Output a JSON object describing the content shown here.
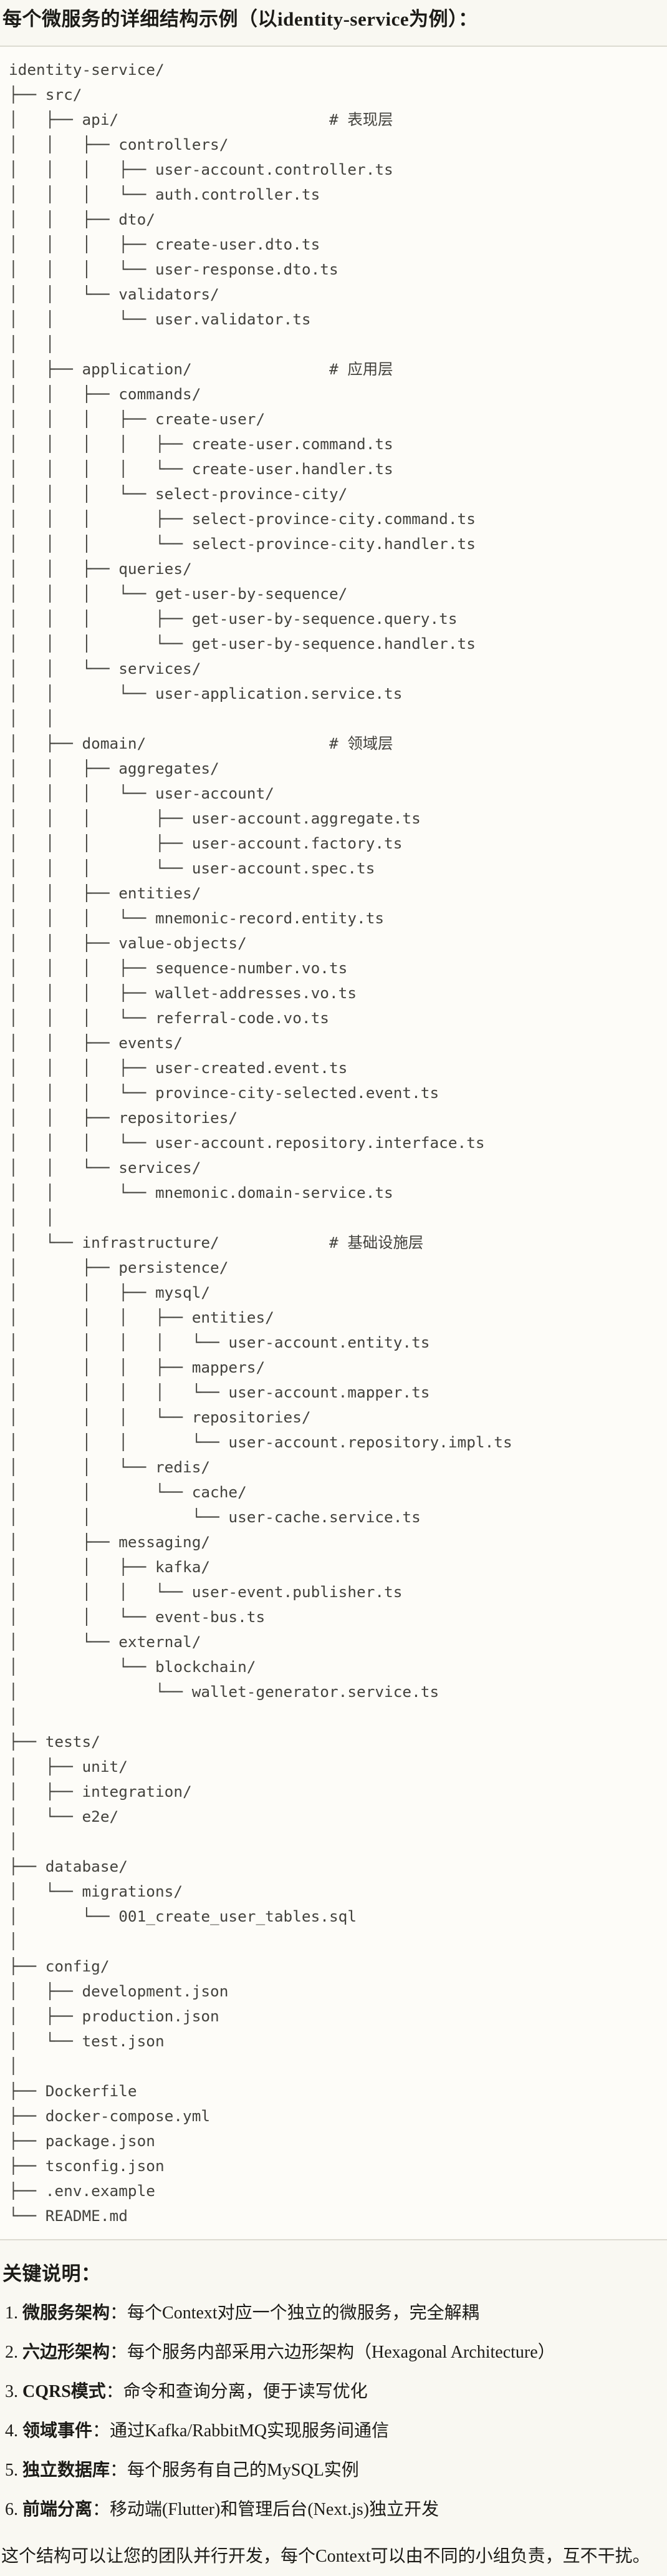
{
  "page": {
    "title": "每个微服务的详细结构示例（以identity-service为例）："
  },
  "colors": {
    "page_background": "#F9F8F2",
    "code_background": "#FDFCF8",
    "code_border": "#DDDBD2",
    "body_text": "#1C1B17",
    "code_text": "#43423D"
  },
  "code_block": {
    "tree_lines": [
      "identity-service/",
      "├── src/",
      "│   ├── api/                       # 表现层",
      "│   │   ├── controllers/",
      "│   │   │   ├── user-account.controller.ts",
      "│   │   │   └── auth.controller.ts",
      "│   │   ├── dto/",
      "│   │   │   ├── create-user.dto.ts",
      "│   │   │   └── user-response.dto.ts",
      "│   │   └── validators/",
      "│   │       └── user.validator.ts",
      "│   │",
      "│   ├── application/               # 应用层",
      "│   │   ├── commands/",
      "│   │   │   ├── create-user/",
      "│   │   │   │   ├── create-user.command.ts",
      "│   │   │   │   └── create-user.handler.ts",
      "│   │   │   └── select-province-city/",
      "│   │   │       ├── select-province-city.command.ts",
      "│   │   │       └── select-province-city.handler.ts",
      "│   │   ├── queries/",
      "│   │   │   └── get-user-by-sequence/",
      "│   │   │       ├── get-user-by-sequence.query.ts",
      "│   │   │       └── get-user-by-sequence.handler.ts",
      "│   │   └── services/",
      "│   │       └── user-application.service.ts",
      "│   │",
      "│   ├── domain/                    # 领域层",
      "│   │   ├── aggregates/",
      "│   │   │   └── user-account/",
      "│   │   │       ├── user-account.aggregate.ts",
      "│   │   │       ├── user-account.factory.ts",
      "│   │   │       └── user-account.spec.ts",
      "│   │   ├── entities/",
      "│   │   │   └── mnemonic-record.entity.ts",
      "│   │   ├── value-objects/",
      "│   │   │   ├── sequence-number.vo.ts",
      "│   │   │   ├── wallet-addresses.vo.ts",
      "│   │   │   └── referral-code.vo.ts",
      "│   │   ├── events/",
      "│   │   │   ├── user-created.event.ts",
      "│   │   │   └── province-city-selected.event.ts",
      "│   │   ├── repositories/",
      "│   │   │   └── user-account.repository.interface.ts",
      "│   │   └── services/",
      "│   │       └── mnemonic.domain-service.ts",
      "│   │",
      "│   └── infrastructure/            # 基础设施层",
      "│       ├── persistence/",
      "│       │   ├── mysql/",
      "│       │   │   ├── entities/",
      "│       │   │   │   └── user-account.entity.ts",
      "│       │   │   ├── mappers/",
      "│       │   │   │   └── user-account.mapper.ts",
      "│       │   │   └── repositories/",
      "│       │   │       └── user-account.repository.impl.ts",
      "│       │   └── redis/",
      "│       │       └── cache/",
      "│       │           └── user-cache.service.ts",
      "│       ├── messaging/",
      "│       │   ├── kafka/",
      "│       │   │   └── user-event.publisher.ts",
      "│       │   └── event-bus.ts",
      "│       └── external/",
      "│           └── blockchain/",
      "│               └── wallet-generator.service.ts",
      "│",
      "├── tests/",
      "│   ├── unit/",
      "│   ├── integration/",
      "│   └── e2e/",
      "│",
      "├── database/",
      "│   └── migrations/",
      "│       └── 001_create_user_tables.sql",
      "│",
      "├── config/",
      "│   ├── development.json",
      "│   ├── production.json",
      "│   └── test.json",
      "│",
      "├── Dockerfile",
      "├── docker-compose.yml",
      "├── package.json",
      "├── tsconfig.json",
      "├── .env.example",
      "└── README.md"
    ]
  },
  "notes": {
    "heading": "关键说明：",
    "items": [
      {
        "num": "1.",
        "label": "微服务架构",
        "text": "：每个Context对应一个独立的微服务，完全解耦"
      },
      {
        "num": "2.",
        "label": "六边形架构",
        "text": "：每个服务内部采用六边形架构（Hexagonal Architecture）"
      },
      {
        "num": "3.",
        "label": "CQRS模式",
        "text": "：命令和查询分离，便于读写优化"
      },
      {
        "num": "4.",
        "label": "领域事件",
        "text": "：通过Kafka/RabbitMQ实现服务间通信"
      },
      {
        "num": "5.",
        "label": "独立数据库",
        "text": "：每个服务有自己的MySQL实例"
      },
      {
        "num": "6.",
        "label": "前端分离",
        "text": "：移动端(Flutter)和管理后台(Next.js)独立开发"
      }
    ],
    "closing": "这个结构可以让您的团队并行开发，每个Context可以由不同的小组负责，互不干扰。"
  }
}
